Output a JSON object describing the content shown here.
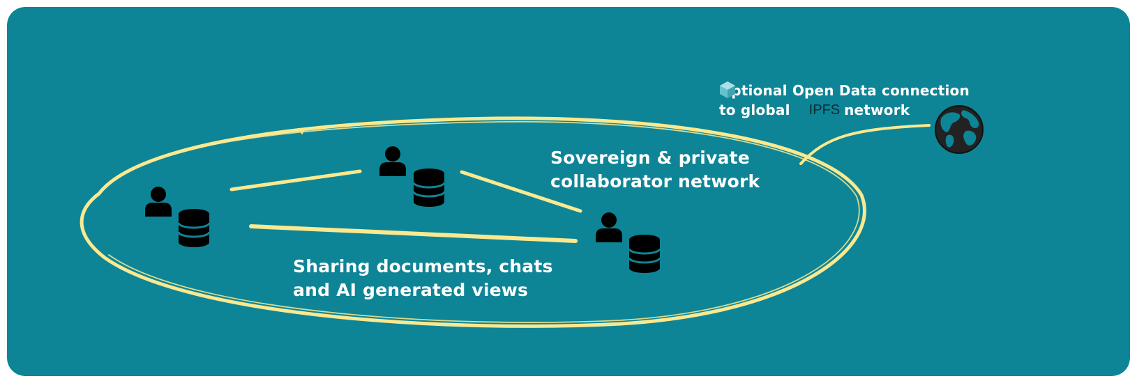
{
  "colors": {
    "background": "#0e8596",
    "highlight": "#fbe98f",
    "icon": "#000000",
    "globe": "#222222",
    "text": "#ffffff",
    "ipfs_cube": "#65c2cb"
  },
  "labels": {
    "network": [
      "Sovereign & private",
      "collaborator network"
    ],
    "sharing": [
      "Sharing documents, chats",
      "and AI generated views"
    ],
    "open_data_line1": "Optional Open Data connection",
    "open_data_prefix": "to global",
    "ipfs": "IPFS",
    "open_data_suffix": "network"
  },
  "icons": {
    "user": "user-icon",
    "database": "database-icon",
    "globe": "globe-icon",
    "ipfs": "ipfs-cube-icon"
  }
}
